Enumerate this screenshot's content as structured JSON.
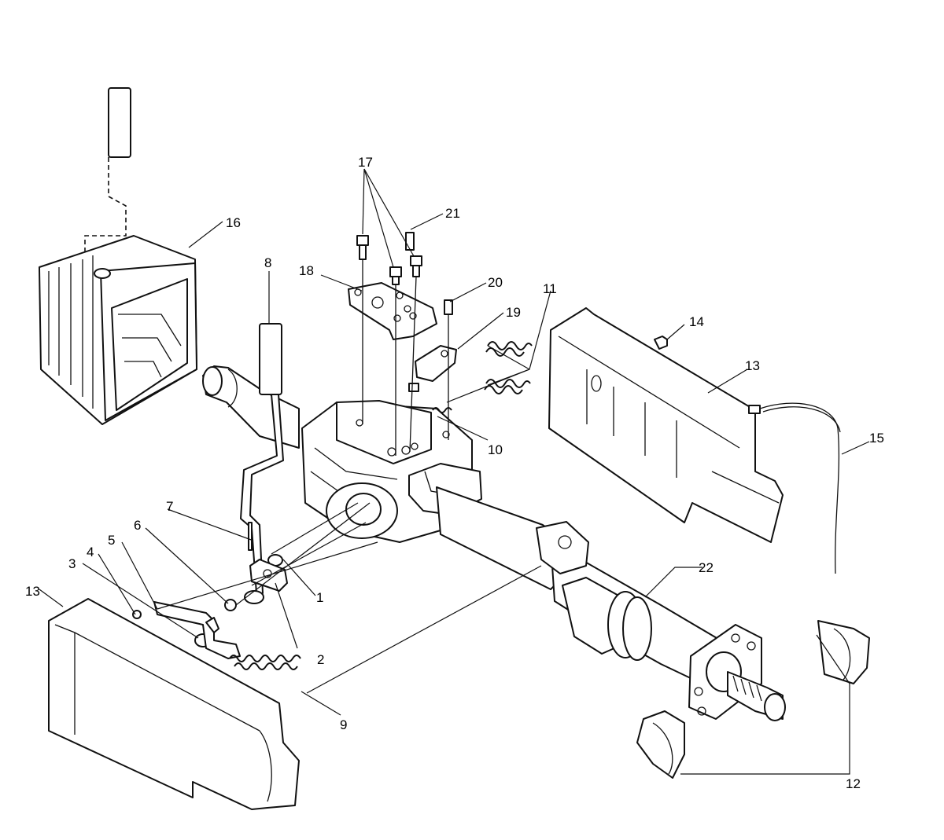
{
  "callouts": {
    "c1": "1",
    "c2": "2",
    "c3": "3",
    "c4": "4",
    "c5": "5",
    "c6": "6",
    "c7": "7",
    "c8": "8",
    "c9": "9",
    "c10": "10",
    "c11": "11",
    "c12": "12",
    "c13a": "13",
    "c13b": "13",
    "c14": "14",
    "c15": "15",
    "c16": "16",
    "c17": "17",
    "c18": "18",
    "c19": "19",
    "c20": "20",
    "c21": "21",
    "c22": "22"
  },
  "colors": {
    "line": "#111111",
    "background": "#ffffff"
  }
}
